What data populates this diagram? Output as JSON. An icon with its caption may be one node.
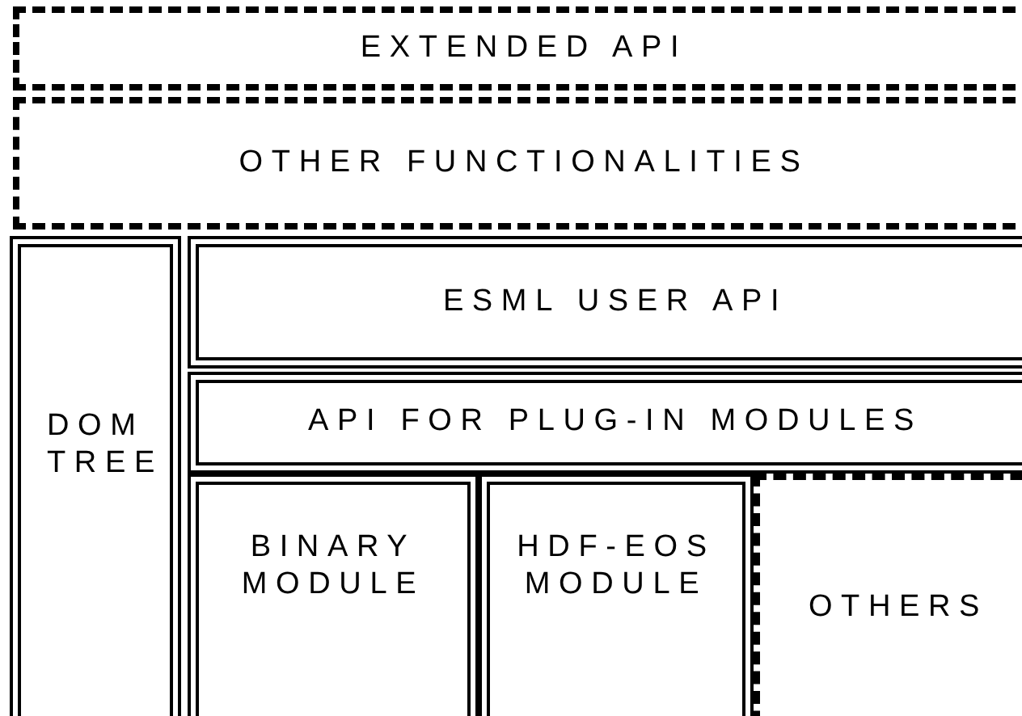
{
  "diagram": {
    "nodes": [
      {
        "text": [
          "EXTENDED API"
        ]
      },
      {
        "text": [
          "OTHER FUNCTIONALITIES"
        ]
      },
      {
        "text": [
          "DOM TREE"
        ]
      },
      {
        "text": [
          "ESML USER API"
        ]
      },
      {
        "text": [
          "API FOR PLUG-IN MODULES"
        ]
      },
      {
        "text": [
          "BINARY MODULE"
        ]
      },
      {
        "text": [
          "HDF-EOS MODULE"
        ]
      },
      {
        "text": [
          "OTHERS"
        ]
      }
    ],
    "edges": []
  }
}
